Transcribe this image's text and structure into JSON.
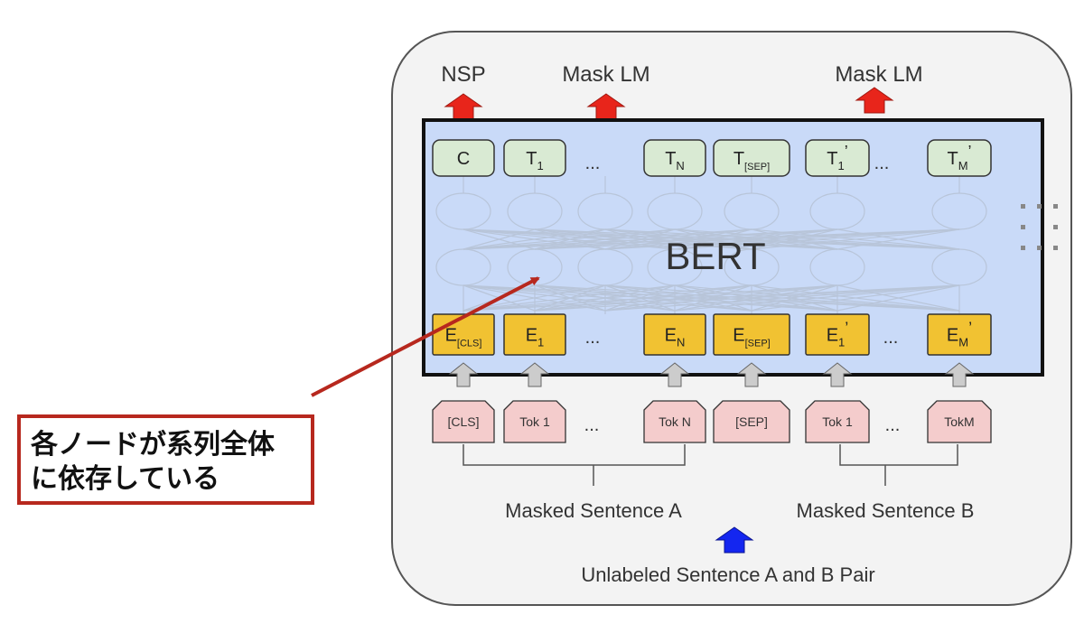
{
  "heads": {
    "nsp": "NSP",
    "mask_lm_1": "Mask LM",
    "mask_lm_2": "Mask LM"
  },
  "model_label": "BERT",
  "ellipsis": "...",
  "output_nodes": [
    {
      "main": "C",
      "sub": "",
      "prime": ""
    },
    {
      "main": "T",
      "sub": "1",
      "prime": ""
    },
    {
      "main": "T",
      "sub": "N",
      "prime": ""
    },
    {
      "main": "T",
      "sub": "[SEP]",
      "prime": ""
    },
    {
      "main": "T",
      "sub": "1",
      "prime": "’"
    },
    {
      "main": "T",
      "sub": "M",
      "prime": "’"
    }
  ],
  "embedding_nodes": [
    {
      "main": "E",
      "sub": "[CLS]",
      "prime": ""
    },
    {
      "main": "E",
      "sub": "1",
      "prime": ""
    },
    {
      "main": "E",
      "sub": "N",
      "prime": ""
    },
    {
      "main": "E",
      "sub": "[SEP]",
      "prime": ""
    },
    {
      "main": "E",
      "sub": "1",
      "prime": "’"
    },
    {
      "main": "E",
      "sub": "M",
      "prime": "’"
    }
  ],
  "tokens": [
    "[CLS]",
    "Tok 1",
    "Tok N",
    "[SEP]",
    "Tok 1",
    "TokM"
  ],
  "sentence_a": "Masked Sentence A",
  "sentence_b": "Masked Sentence B",
  "pair_label": "Unlabeled Sentence A and B Pair",
  "annotation": {
    "line1": "各ノードが系列全体",
    "line2": "に依存している"
  },
  "colors": {
    "arrow_red": "#e8251b",
    "arrow_blue": "#1426f0",
    "bert_fill": "#c9daf8",
    "output_fill": "#d9ead3",
    "embedding_fill": "#f1c232",
    "token_fill": "#f4cccc",
    "annotation_border": "#b7281e"
  }
}
